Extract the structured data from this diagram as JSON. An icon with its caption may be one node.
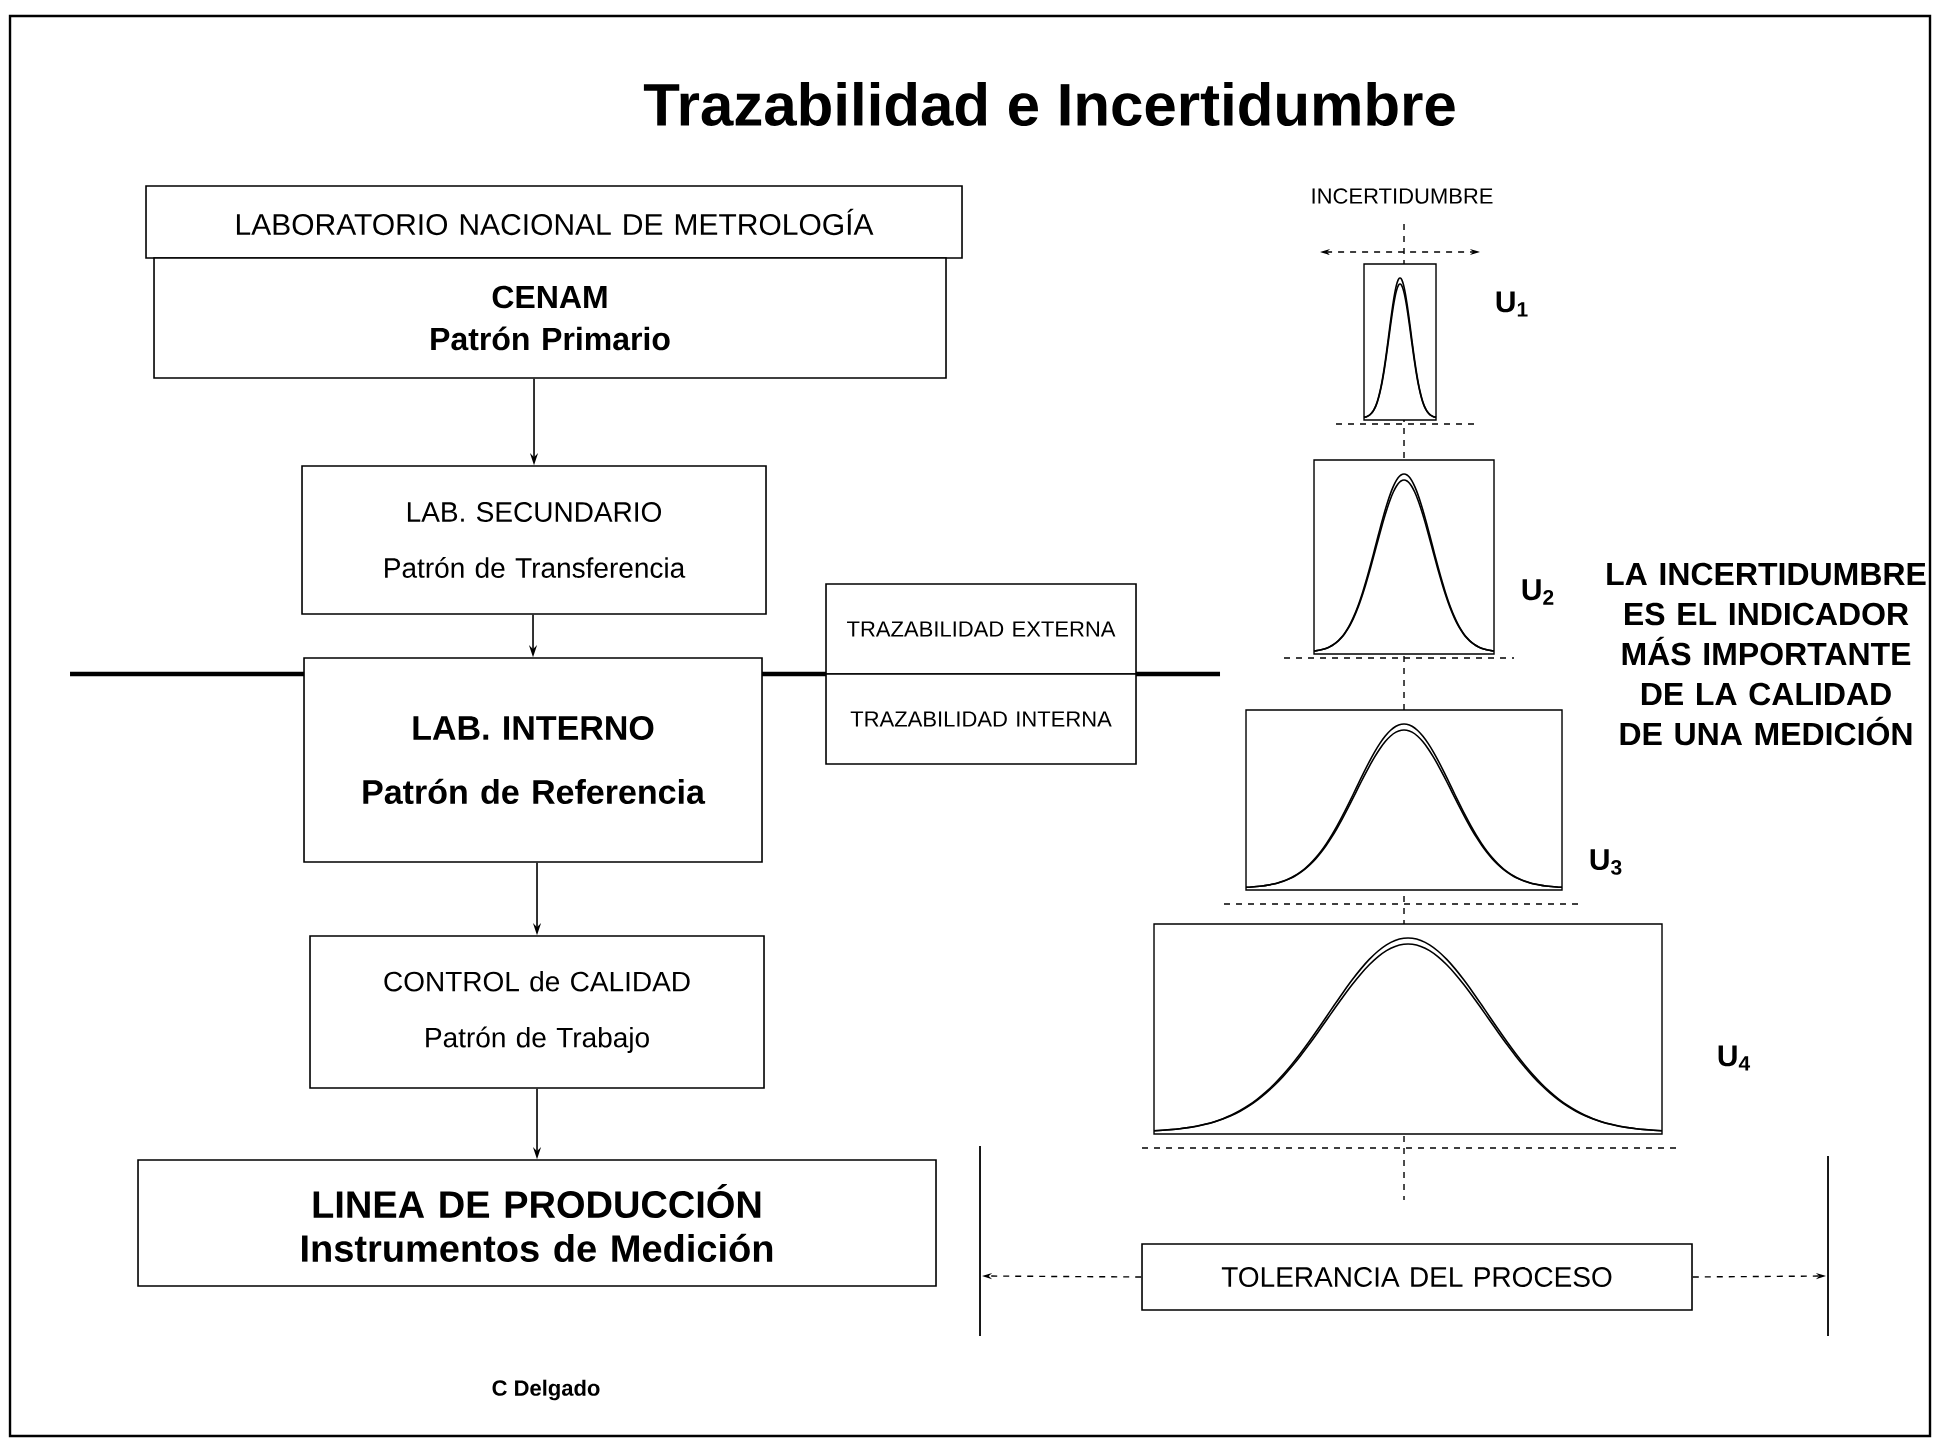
{
  "diagram": {
    "title": "Trazabilidad e Incertidumbre",
    "nodes": [
      {
        "text": [
          "LABORATORIO NACIONAL DE METROLOGÍA"
        ]
      },
      {
        "text": [
          "CENAM",
          "Patrón Primario"
        ]
      },
      {
        "text": [
          "LAB. SECUNDARIO",
          "Patrón de Transferencia"
        ]
      },
      {
        "text": [
          "LAB. INTERNO",
          "Patrón de Referencia"
        ]
      },
      {
        "text": [
          "CONTROL de CALIDAD",
          "Patrón de Trabajo"
        ]
      },
      {
        "text": [
          "LINEA DE PRODUCCIÓN",
          "Instrumentos de Medición"
        ]
      },
      {
        "text": [
          "TRAZABILIDAD EXTERNA"
        ]
      },
      {
        "text": [
          "TRAZABILIDAD INTERNA"
        ]
      },
      {
        "text": [
          "TOLERANCIA DEL PROCESO"
        ]
      }
    ],
    "edges": [
      {
        "from": 1,
        "to": 2,
        "arrow": "to"
      },
      {
        "from": 2,
        "to": 3,
        "arrow": "to"
      },
      {
        "from": 3,
        "to": 4,
        "arrow": "to"
      },
      {
        "from": 4,
        "to": 5,
        "arrow": "to"
      }
    ],
    "labels": [
      "INCERTIDUMBRE",
      "U$_{1}$",
      "U$_{2}$",
      "U$_{3}$",
      "U$_{4}$",
      "LA INCERTIDUMBRE ES EL INDICADOR MÁS IMPORTANTE DE LA CALIDAD DE UNA MEDICIÓN",
      "C Delgado"
    ]
  }
}
